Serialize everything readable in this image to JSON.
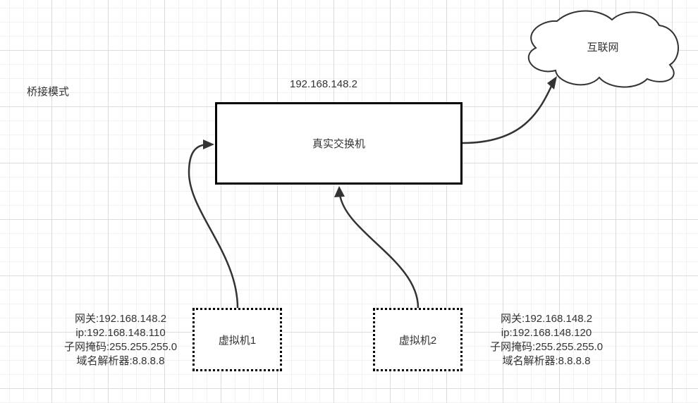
{
  "diagram": {
    "mode_label": "桥接模式",
    "switch_ip": "192.168.148.2",
    "switch_label": "真实交换机",
    "internet_label": "互联网",
    "vm1": {
      "label": "虚拟机1",
      "info": [
        "网关:192.168.148.2",
        "ip:192.168.148.110",
        "子网掩码:255.255.255.0",
        "域名解析器:8.8.8.8"
      ]
    },
    "vm2": {
      "label": "虚拟机2",
      "info": [
        "网关:192.168.148.2",
        "ip:192.168.148.120",
        "子网掩码:255.255.255.0",
        "域名解析器:8.8.8.8"
      ]
    }
  }
}
